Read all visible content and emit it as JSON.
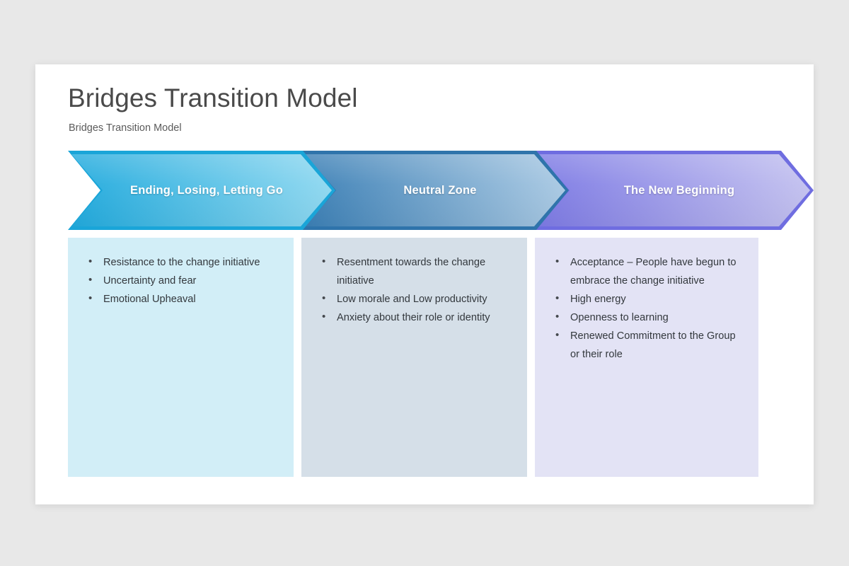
{
  "background_color": "#e8e8e8",
  "card": {
    "background_color": "#ffffff",
    "title": "Bridges Transition Model",
    "subtitle": "Bridges Transition Model"
  },
  "stages": [
    {
      "id": "ending-losing-letting-go",
      "label": "Ending, Losing, Letting Go",
      "chevron_border_color": "#1aa5d8",
      "chevron_gradient_from": "#21aadd",
      "chevron_gradient_to": "#8fd8f0",
      "panel_color": "#d2eef7",
      "bullets": [
        "Resistance to the change initiative",
        "Uncertainty and fear",
        "Emotional Upheaval"
      ]
    },
    {
      "id": "neutral-zone",
      "label": "Neutral Zone",
      "chevron_border_color": "#2f74ab",
      "chevron_gradient_from": "#3b7fb5",
      "chevron_gradient_to": "#a9c9e3",
      "panel_color": "#d5dfe8",
      "bullets": [
        "Resentment towards the change initiative",
        "Low morale and Low productivity",
        "Anxiety about their role or identity"
      ]
    },
    {
      "id": "the-new-beginning",
      "label": "The New Beginning",
      "chevron_border_color": "#6f6de0",
      "chevron_gradient_from": "#7d7ae4",
      "chevron_gradient_to": "#c3c1ef",
      "panel_color": "#e3e3f5",
      "bullets": [
        "Acceptance – People have begun to embrace the change initiative",
        "High energy",
        "Openness to learning",
        "Renewed Commitment to the Group or their role"
      ]
    }
  ]
}
